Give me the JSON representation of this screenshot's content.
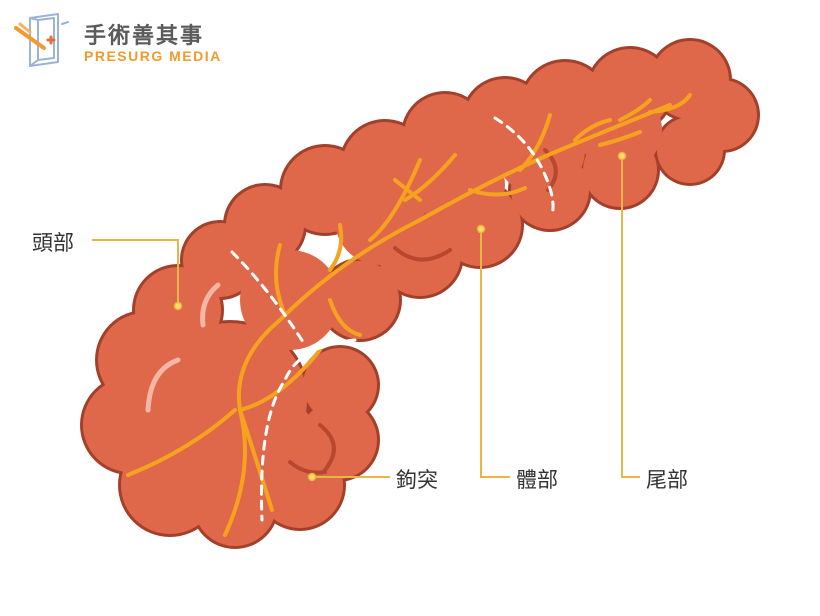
{
  "brand": {
    "name_cn": "手術善其事",
    "name_en": "PRESURG MEDIA"
  },
  "labels": {
    "head": "頭部",
    "uncinate": "鉤突",
    "body": "體部",
    "tail": "尾部"
  },
  "colors": {
    "organ_fill": "#e0684a",
    "organ_outline": "#a3402c",
    "duct": "#f5a31f",
    "leader": "#e8b646",
    "brand_orange": "#f29a2e",
    "brand_gray": "#5b5b5b"
  }
}
